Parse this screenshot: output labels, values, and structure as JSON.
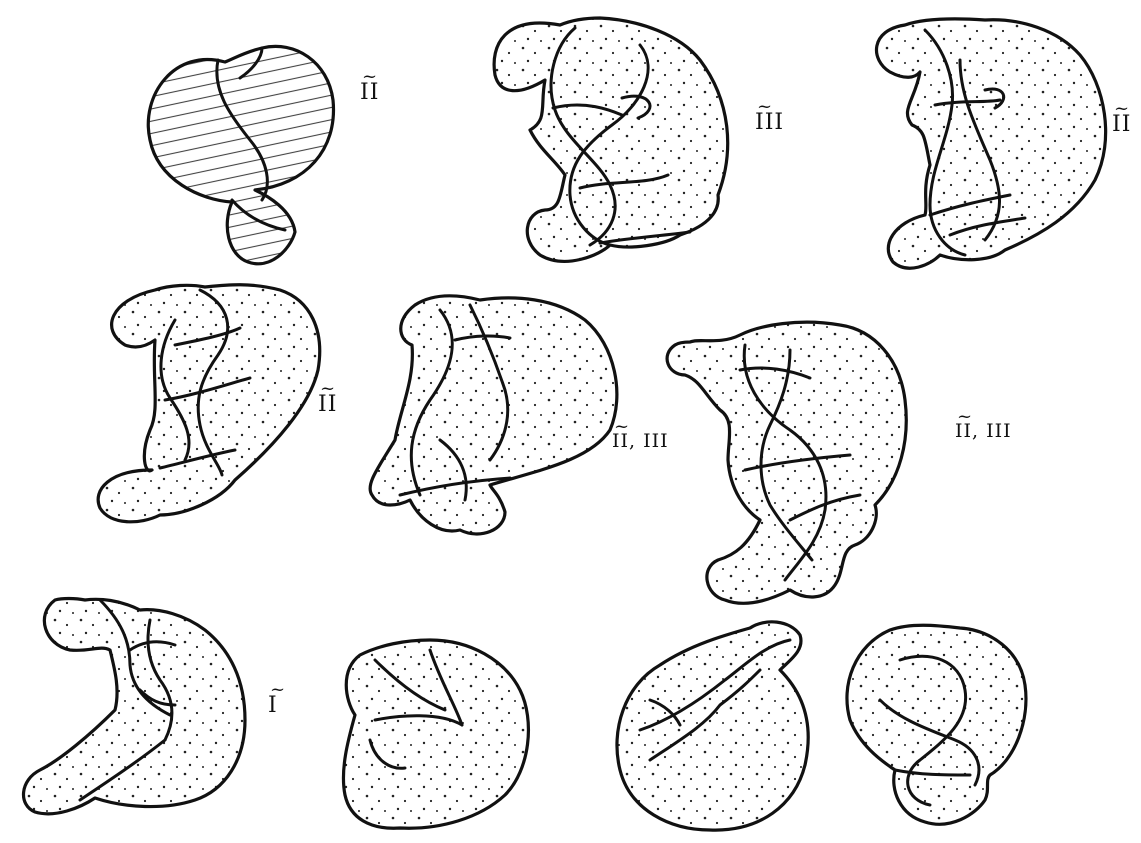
{
  "figure": {
    "labels": [
      {
        "id": "a",
        "text": "II"
      },
      {
        "id": "b",
        "text": "III"
      },
      {
        "id": "c",
        "text": "II"
      },
      {
        "id": "d",
        "text": "II"
      },
      {
        "id": "e",
        "text": "II, III"
      },
      {
        "id": "f",
        "text": "II, III"
      },
      {
        "id": "g",
        "text": "I"
      }
    ],
    "tilde": "~"
  }
}
